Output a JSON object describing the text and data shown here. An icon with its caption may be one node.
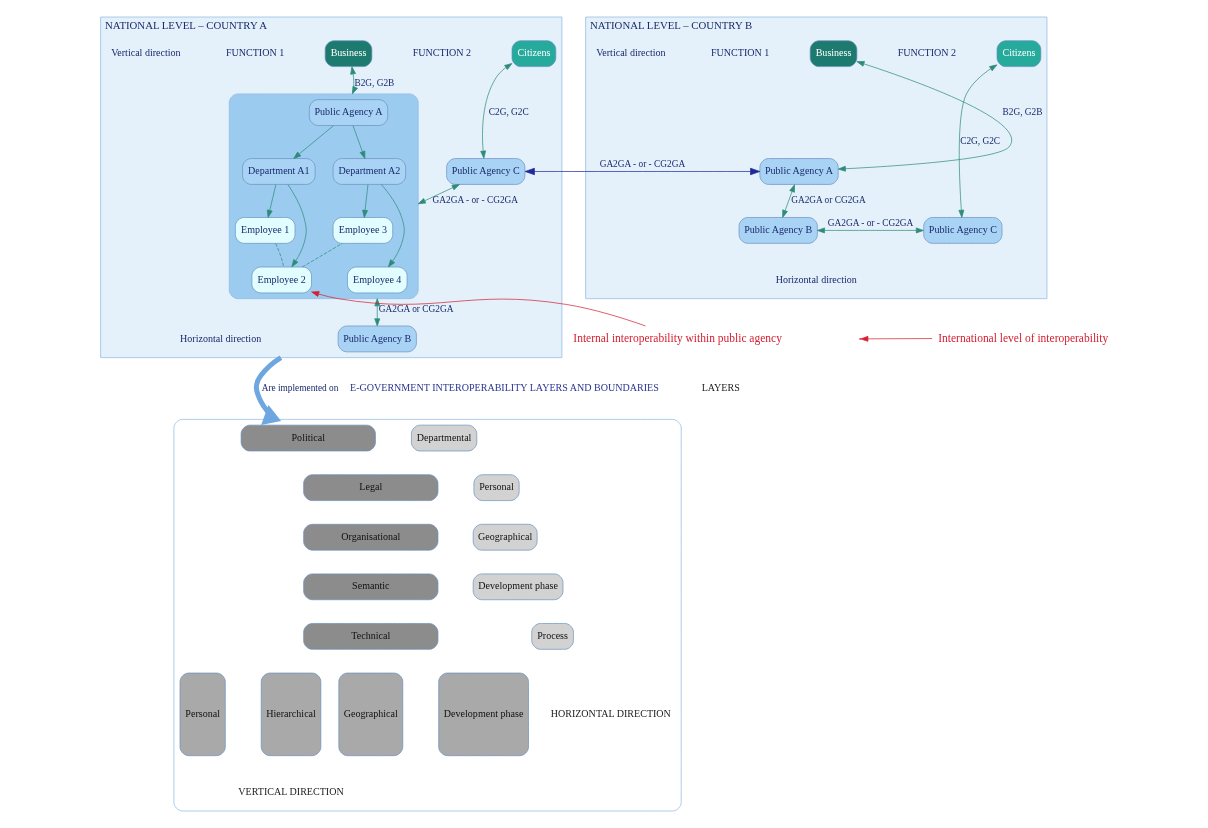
{
  "diagram": {
    "nodes": [
      {
        "text": [
          "NATIONAL LEVEL – COUNTRY A"
        ]
      },
      {
        "text": [
          "Business"
        ],
        "in": 0
      },
      {
        "text": [
          "Citizens"
        ],
        "in": 0
      },
      {
        "text": [],
        "shape": "box",
        "in": 0
      },
      {
        "text": [
          "Public Agency A"
        ],
        "in": 3
      },
      {
        "text": [
          "Department A1"
        ],
        "in": 3
      },
      {
        "text": [
          "Department A2"
        ],
        "in": 3
      },
      {
        "text": [
          "Employee 1"
        ],
        "in": 3
      },
      {
        "text": [
          "Employee 3"
        ],
        "in": 3
      },
      {
        "text": [
          "Employee 2"
        ],
        "in": 3
      },
      {
        "text": [
          "Employee 4"
        ],
        "in": 3
      },
      {
        "text": [
          "Public Agency C"
        ],
        "in": 0
      },
      {
        "text": [
          "Public Agency B"
        ],
        "in": 0
      },
      {
        "text": [
          "NATIONAL LEVEL – COUNTRY B"
        ]
      },
      {
        "text": [
          "Business"
        ],
        "in": 13
      },
      {
        "text": [
          "Citizens"
        ],
        "in": 13
      },
      {
        "text": [
          "Public Agency A"
        ],
        "in": 13
      },
      {
        "text": [
          "Public Agency B"
        ],
        "in": 13
      },
      {
        "text": [
          "Public Agency C"
        ],
        "in": 13
      },
      {
        "text": [
          "Internal interoperability within public agency"
        ]
      },
      {
        "text": [
          "International level of interoperability"
        ]
      },
      {
        "text": [],
        "shape": "box"
      },
      {
        "text": [
          "Political"
        ],
        "in": 21
      },
      {
        "text": [
          "Legal"
        ],
        "in": 21
      },
      {
        "text": [
          "Organisational"
        ],
        "in": 21
      },
      {
        "text": [
          "Semantic"
        ],
        "in": 21
      },
      {
        "text": [
          "Technical"
        ],
        "in": 21
      },
      {
        "text": [
          "Hierarchical"
        ],
        "in": 21
      },
      {
        "text": [
          "Personal"
        ],
        "in": 21
      },
      {
        "text": [
          "Geographical"
        ],
        "in": 21
      },
      {
        "text": [
          "Development phase"
        ],
        "in": 21
      },
      {
        "text": [
          "Departmental"
        ],
        "in": 21
      },
      {
        "text": [
          "Personal"
        ],
        "in": 21
      },
      {
        "text": [
          "Geographical"
        ],
        "in": 21
      },
      {
        "text": [
          "Development phase"
        ],
        "in": 21
      },
      {
        "text": [
          "Process"
        ],
        "in": 21
      }
    ],
    "edges": [
      {
        "from": 3,
        "to": 1,
        "arrow": "both",
        "label": "B2G, G2B"
      },
      {
        "from": 2,
        "to": 11,
        "arrow": "both",
        "label": "C2G, G2C"
      },
      {
        "from": 4,
        "to": 5,
        "arrow": "to"
      },
      {
        "from": 4,
        "to": 6,
        "arrow": "to"
      },
      {
        "from": 5,
        "to": 7,
        "arrow": "to"
      },
      {
        "from": 5,
        "to": 9,
        "arrow": "to"
      },
      {
        "from": 6,
        "to": 8,
        "arrow": "to"
      },
      {
        "from": 6,
        "to": 10,
        "arrow": "to"
      },
      {
        "from": 7,
        "to": 9,
        "arrow": "none",
        "style": "dashed"
      },
      {
        "from": 9,
        "to": 8,
        "arrow": "none",
        "style": "dashed"
      },
      {
        "from": 3,
        "to": 11,
        "arrow": "both",
        "label": "GA2GA - or - CG2GA"
      },
      {
        "from": 3,
        "to": 12,
        "arrow": "both",
        "label": "GA2GA or CG2GA"
      },
      {
        "from": 11,
        "to": 16,
        "arrow": "both",
        "label": "GA2GA - or - CG2GA",
        "color": "#1f2a9a"
      },
      {
        "from": 16,
        "to": 14,
        "arrow": "both",
        "label": "B2G, G2B"
      },
      {
        "from": 15,
        "to": 18,
        "arrow": "both",
        "label": "C2G, G2C"
      },
      {
        "from": 16,
        "to": 17,
        "arrow": "both",
        "label": "GA2GA or CG2GA"
      },
      {
        "from": 17,
        "to": 18,
        "arrow": "both",
        "label": "GA2GA - or - CG2GA"
      },
      {
        "from": 19,
        "to": 9,
        "arrow": "to",
        "color": "#d42030"
      },
      {
        "from": 20,
        "to": null,
        "arrow": "to",
        "color": "#d42030"
      },
      {
        "from": 0,
        "to": 21,
        "arrow": "to",
        "style": "thick",
        "color": "#6ea6e0",
        "label": "Are implemented on"
      }
    ],
    "labels": [
      "Vertical direction",
      "FUNCTION 1",
      "FUNCTION 2",
      "Horizontal direction",
      "Vertical direction",
      "FUNCTION 1",
      "FUNCTION 2",
      "Horizontal direction",
      "E-GOVERNMENT INTEROPERABILITY LAYERS AND BOUNDARIES",
      "LAYERS",
      "HORIZONTAL DIRECTION",
      "VERTICAL DIRECTION"
    ]
  }
}
